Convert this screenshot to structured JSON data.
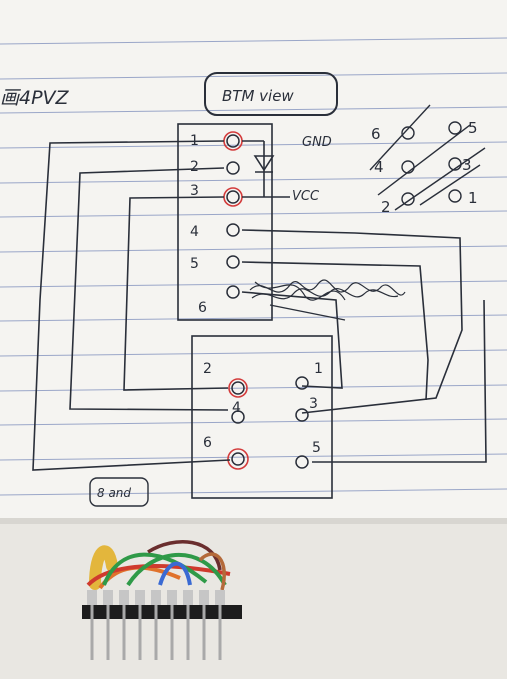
{
  "sketch": {
    "corner_label": "画4PVZ",
    "box_label": "BTM view",
    "top_pins": [
      "1",
      "2",
      "3",
      "4",
      "5",
      "6"
    ],
    "bottom_left_pins": [
      "2",
      "4",
      "6"
    ],
    "bottom_right_pins": [
      "1",
      "3",
      "5"
    ],
    "notes": {
      "gnd": "GND",
      "vcc": "VCC"
    },
    "bottom_tag": "8 and",
    "mini_map": [
      "6",
      "5",
      "4",
      "3",
      "2",
      "1"
    ]
  },
  "colors": {
    "paper": "#f5f4f1",
    "rule_line": "#9aa6c8",
    "ink": "#2a2f3a",
    "red_ink": "#d33b3b"
  },
  "hardware": {
    "wire_colors": [
      "#e3b63c",
      "#cf3a2d",
      "#e0722c",
      "#2f9a48",
      "#3a6ad3",
      "#6a2e2e",
      "#b46a3b"
    ],
    "header_pins": 9
  }
}
